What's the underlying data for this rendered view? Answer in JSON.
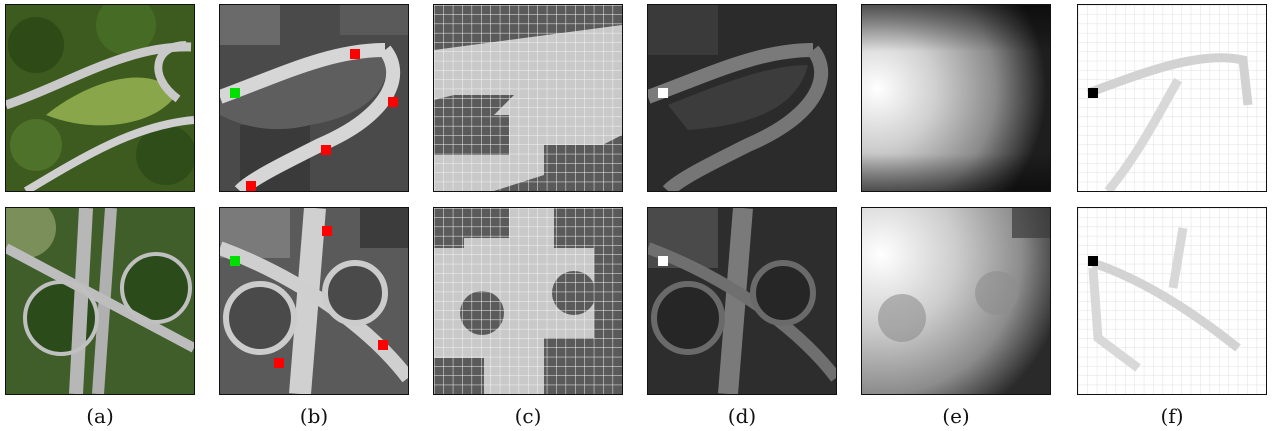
{
  "figure": {
    "captions": [
      "(a)",
      "(b)",
      "(c)",
      "(d)",
      "(e)",
      "(f)"
    ],
    "rows": [
      "top",
      "bottom"
    ]
  },
  "colors": {
    "marker_green": "#00e000",
    "marker_red": "#ff0000",
    "marker_white": "#ffffff",
    "marker_black": "#000000"
  }
}
